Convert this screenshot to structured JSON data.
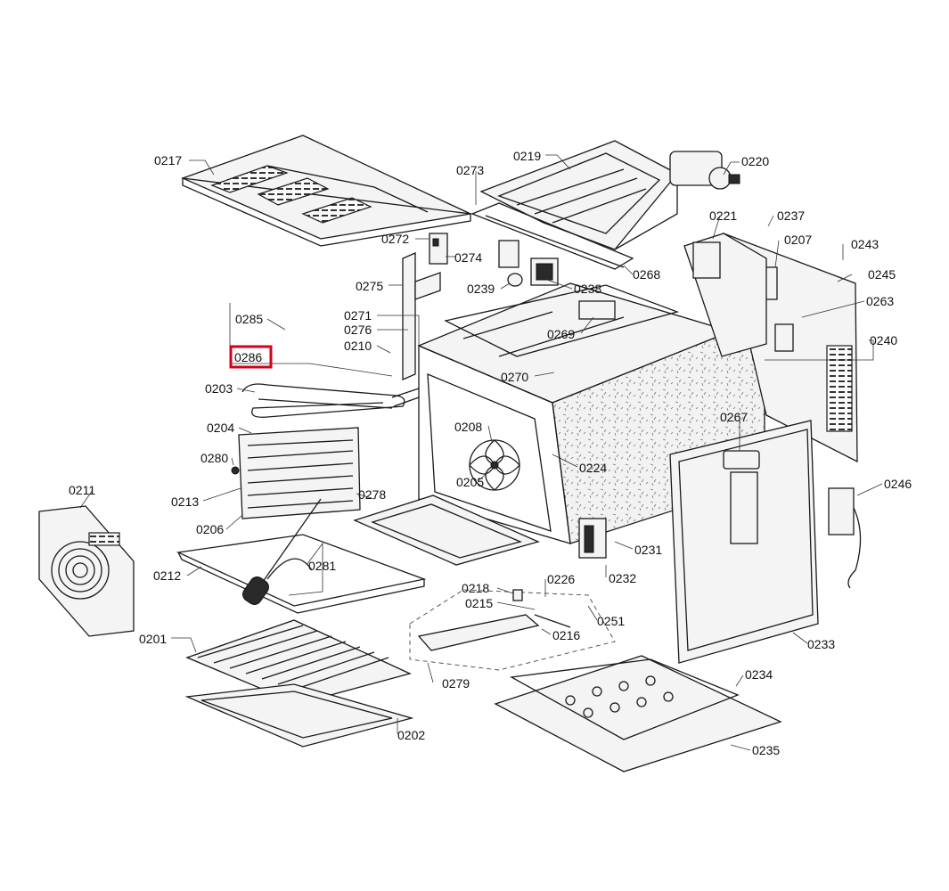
{
  "highlight": {
    "label": "0286",
    "color": "#d0021b"
  },
  "labels": {
    "l0217": "0217",
    "l0219": "0219",
    "l0220": "0220",
    "l0273": "0273",
    "l0221": "0221",
    "l0237": "0237",
    "l0207": "0207",
    "l0243": "0243",
    "l0272": "0272",
    "l0274": "0274",
    "l0268": "0268",
    "l0245": "0245",
    "l0275": "0275",
    "l0239": "0239",
    "l0238": "0238",
    "l0263": "0263",
    "l0285": "0285",
    "l0271": "0271",
    "l0276": "0276",
    "l0269": "0269",
    "l0240": "0240",
    "l0286": "0286",
    "l0210": "0210",
    "l0270": "0270",
    "l0203": "0203",
    "l0204": "0204",
    "l0208": "0208",
    "l0267": "0267",
    "l0280": "0280",
    "l0224": "0224",
    "l0205": "0205",
    "l0246": "0246",
    "l0211": "0211",
    "l0213": "0213",
    "l0278": "0278",
    "l0206": "0206",
    "l0231": "0231",
    "l0281": "0281",
    "l0212": "0212",
    "l0232": "0232",
    "l0226": "0226",
    "l0218": "0218",
    "l0215": "0215",
    "l0251": "0251",
    "l0216": "0216",
    "l0201": "0201",
    "l0233": "0233",
    "l0234": "0234",
    "l0279": "0279",
    "l0202": "0202",
    "l0235": "0235"
  }
}
